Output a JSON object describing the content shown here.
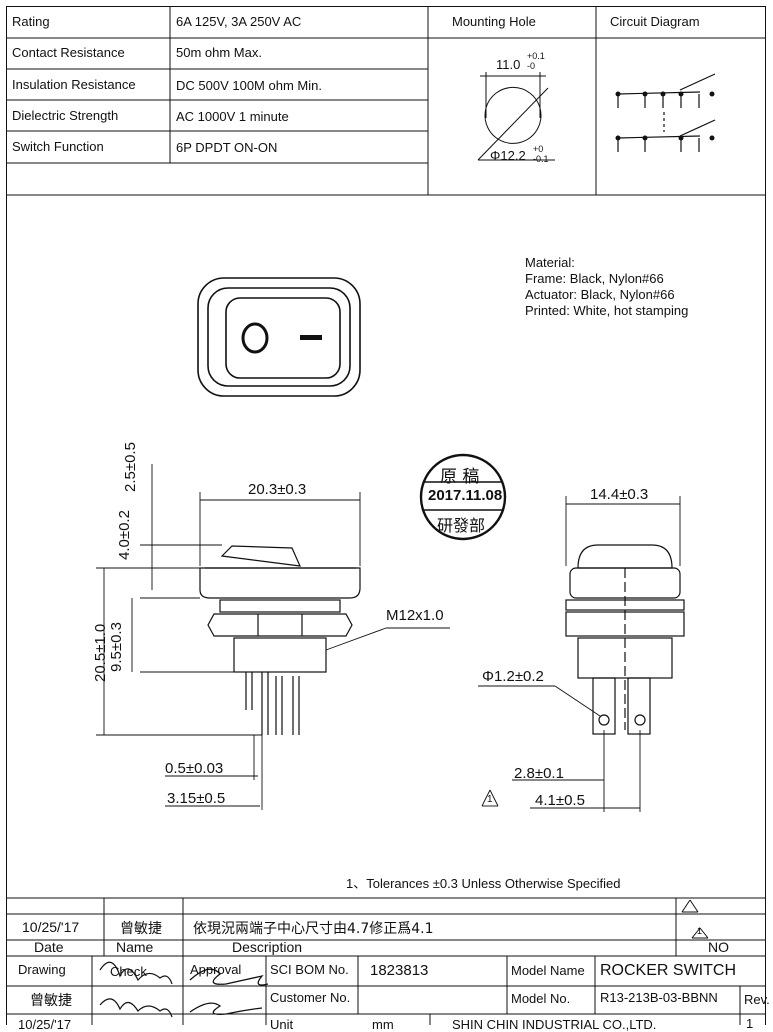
{
  "specs": {
    "rows": [
      {
        "label": "Rating",
        "value": "6A 125V, 3A 250V AC"
      },
      {
        "label": "Contact Resistance",
        "value": "50m ohm Max."
      },
      {
        "label": "Insulation Resistance",
        "value": "DC 500V 100M ohm Min."
      },
      {
        "label": "Dielectric Strength",
        "value": "AC 1000V 1 minute"
      },
      {
        "label": "Switch Function",
        "value": "6P DPDT ON-ON"
      }
    ],
    "mounting_hole_header": "Mounting Hole",
    "circuit_diagram_header": "Circuit Diagram",
    "hole_width": "11.0",
    "hole_width_tol_upper": "+0.1",
    "hole_width_tol_lower": "-0",
    "hole_diameter": "Φ12.2",
    "hole_diameter_tol_upper": "+0",
    "hole_diameter_tol_lower": "-0.1"
  },
  "material": {
    "title": "Material:",
    "lines": [
      "Frame: Black, Nylon#66",
      "Actuator: Black, Nylon#66",
      "Printed: White, hot stamping"
    ]
  },
  "stamp": {
    "top": "原 稿",
    "date": "2017.11.08",
    "bottom": "研發部"
  },
  "dimensions": {
    "width": "20.3±0.3",
    "side_width": "14.4±0.3",
    "thread": "M12x1.0",
    "actuator_height": "2.5±0.5",
    "frame_height": "4.0±0.2",
    "body_height": "9.5±0.3",
    "total_height": "20.5±1.0",
    "terminal_thickness": "0.5±0.03",
    "terminal_width": "3.15±0.5",
    "hole_dia": "Φ1.2±0.2",
    "terminal_pitch": "2.8±0.1",
    "terminal_spacing": "4.1±0.5",
    "rev_marker": "1"
  },
  "note": "1、Tolerances ±0.3 Unless Otherwise Specified",
  "revision": {
    "date": "10/25/'17",
    "name": "曾敏捷",
    "description": "依現況兩端子中心尺寸由4.7修正爲4.1",
    "no": "1",
    "headers": {
      "date": "Date",
      "name": "Name",
      "description": "Description",
      "no": "NO"
    }
  },
  "title_block": {
    "drawing_label": "Drawing",
    "check_label": "Check",
    "approval_label": "Approval",
    "sci_bom_label": "SCI BOM No.",
    "sci_bom_value": "1823813",
    "model_name_label": "Model Name",
    "model_name_value": "ROCKER SWITCH",
    "customer_label": "Customer No.",
    "model_no_label": "Model No.",
    "model_no_value": "R13-213B-03-BBNN",
    "rev_label": "Rev.",
    "rev_value": "1",
    "drawer": "曾敏捷",
    "bottom_date": "10/25/'17",
    "unit_label": "Unit",
    "unit_value": "mm",
    "company": "SHIN CHIN INDUSTRIAL CO.,LTD."
  }
}
